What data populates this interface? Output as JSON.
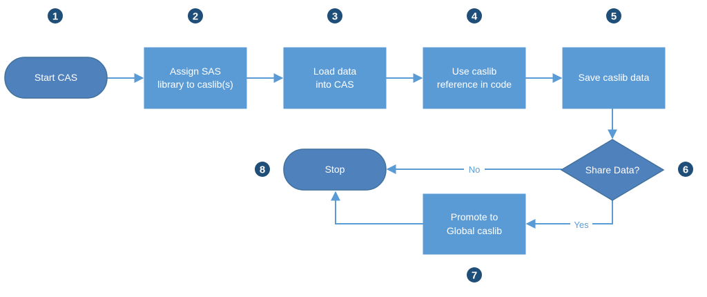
{
  "colors": {
    "box_fill": "#5b9bd5",
    "terminal_fill": "#4f81bd",
    "border": "#41719c",
    "connector": "#5b9bd5",
    "badge": "#1f4e79",
    "text": "#ffffff"
  },
  "steps": [
    {
      "number": "1",
      "line1": "Start CAS",
      "line2": ""
    },
    {
      "number": "2",
      "line1": "Assign SAS",
      "line2": "library to caslib(s)"
    },
    {
      "number": "3",
      "line1": "Load data",
      "line2": "into CAS"
    },
    {
      "number": "4",
      "line1": "Use caslib",
      "line2": "reference in code"
    },
    {
      "number": "5",
      "line1": "Save caslib data",
      "line2": ""
    },
    {
      "number": "6",
      "line1": "Share Data?",
      "line2": ""
    },
    {
      "number": "7",
      "line1": "Promote to",
      "line2": "Global caslib"
    },
    {
      "number": "8",
      "line1": "Stop",
      "line2": ""
    }
  ],
  "edge_labels": {
    "no": "No",
    "yes": "Yes"
  }
}
